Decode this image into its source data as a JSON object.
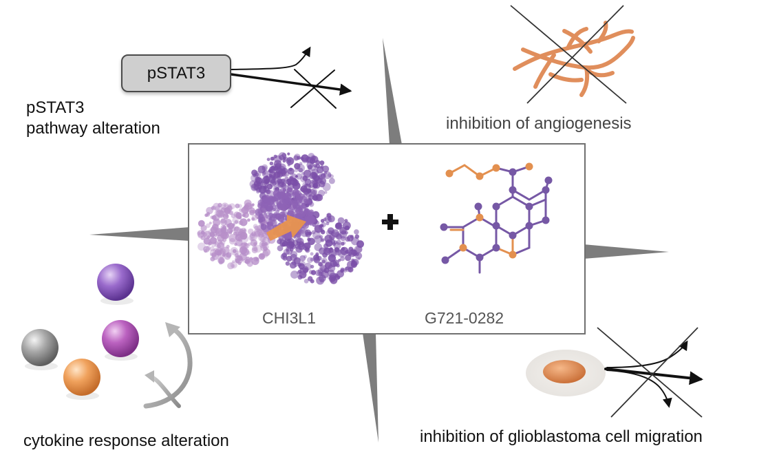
{
  "labels": {
    "pstat3_box": "pSTAT3",
    "pstat3_alteration_line1": "pSTAT3",
    "pstat3_alteration_line2": "pathway alteration",
    "angiogenesis": "inhibition of angiogenesis",
    "cytokine": "cytokine response alteration",
    "migration": "inhibition of glioblastoma cell migration",
    "protein": "CHI3L1",
    "compound": "G721-0282",
    "plus": "+"
  },
  "colors": {
    "protein_purple": "#7b4fa8",
    "protein_light": "#b78fc9",
    "accent_orange": "#e8944f",
    "molecule_purple": "#7658a5",
    "molecule_orange": "#e3904f",
    "vessel_orange": "#e08e5c",
    "cell_orange": "#d9834c",
    "spike_grey": "#7d7d7d",
    "sphere_purple": "#8e5cc0",
    "sphere_magenta": "#b35ab8",
    "sphere_grey": "#9a9a9a",
    "sphere_orange": "#ec9c58"
  },
  "icons": [
    "crossed-arrow-icon",
    "protein-structure-icon",
    "molecule-structure-icon",
    "blood-vessel-icon",
    "cell-icon",
    "sphere-icon",
    "curved-arrow-icon"
  ]
}
